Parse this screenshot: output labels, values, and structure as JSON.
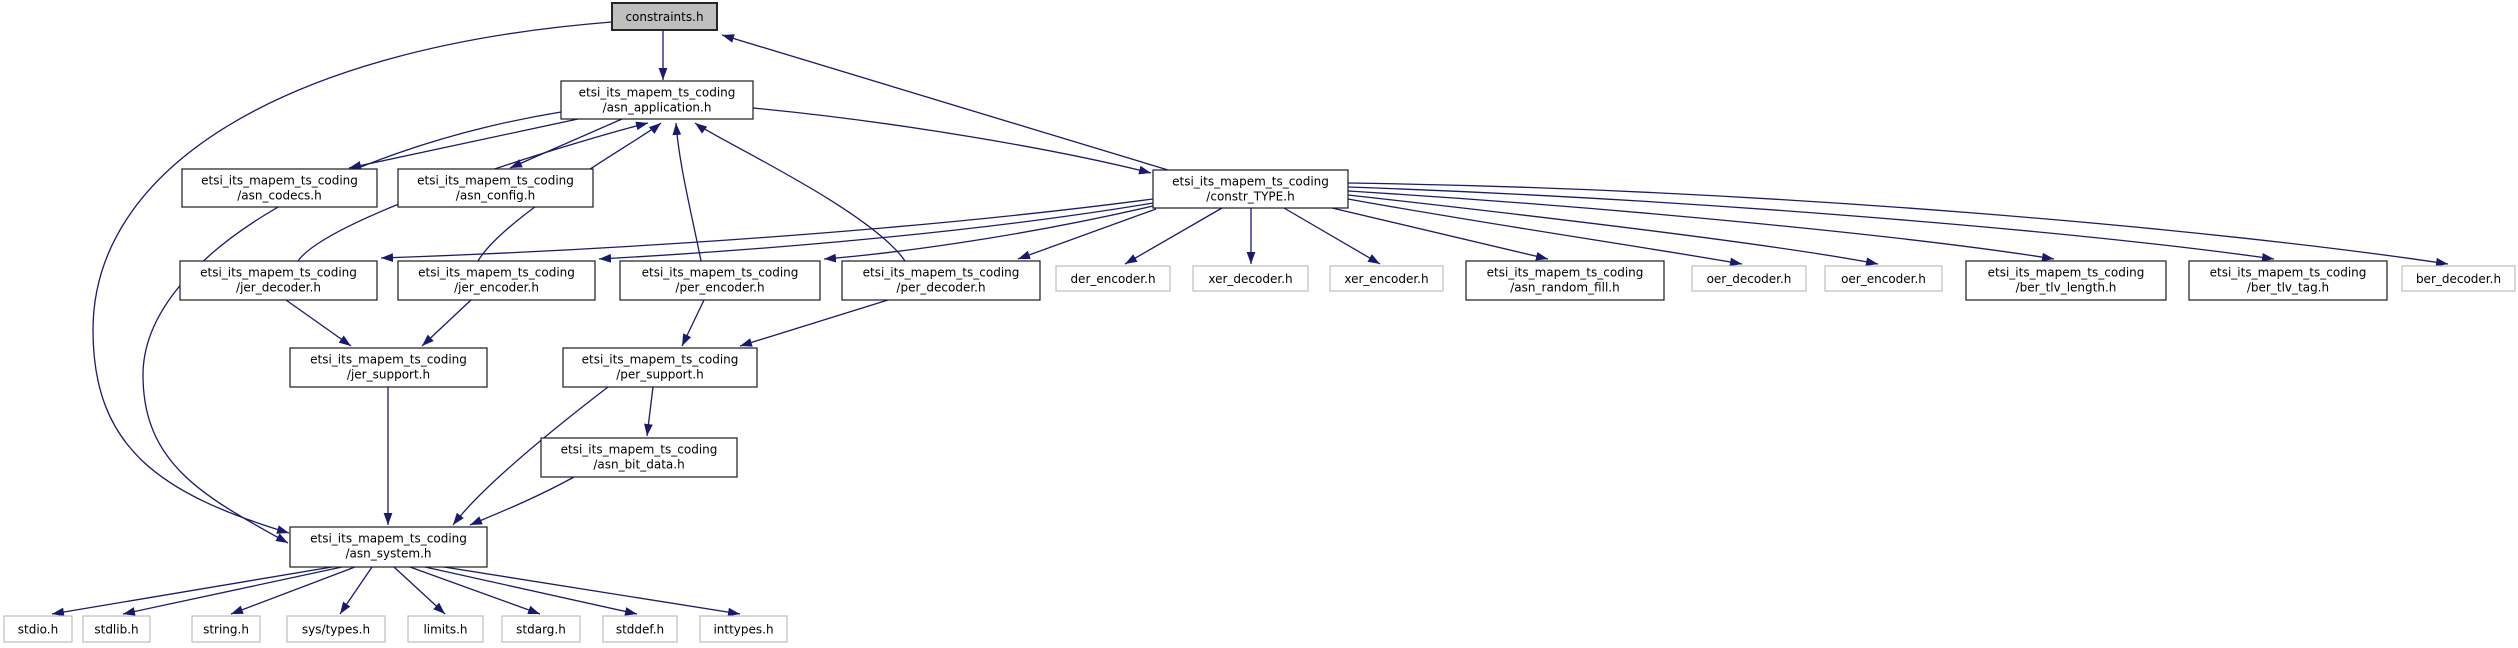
{
  "graph": {
    "background": "#ffffff",
    "edge_color": "#191970",
    "styles": {
      "current": {
        "fill": "#bfbfbf",
        "stroke": "#262626",
        "stroke_width": 2
      },
      "internal": {
        "fill": "#ffffff",
        "stroke": "#1a1a1a",
        "stroke_width": 1.2
      },
      "external": {
        "fill": "#ffffff",
        "stroke": "#bdbdbd",
        "stroke_width": 1.2
      }
    },
    "nodes": [
      {
        "id": "constraints",
        "label": [
          "constraints.h"
        ],
        "style": "current"
      },
      {
        "id": "asn_application",
        "label": [
          "etsi_its_mapem_ts_coding",
          "/asn_application.h"
        ],
        "style": "internal"
      },
      {
        "id": "asn_codecs",
        "label": [
          "etsi_its_mapem_ts_coding",
          "/asn_codecs.h"
        ],
        "style": "internal"
      },
      {
        "id": "asn_config",
        "label": [
          "etsi_its_mapem_ts_coding",
          "/asn_config.h"
        ],
        "style": "internal"
      },
      {
        "id": "constr_TYPE",
        "label": [
          "etsi_its_mapem_ts_coding",
          "/constr_TYPE.h"
        ],
        "style": "internal"
      },
      {
        "id": "jer_decoder",
        "label": [
          "etsi_its_mapem_ts_coding",
          "/jer_decoder.h"
        ],
        "style": "internal"
      },
      {
        "id": "jer_encoder",
        "label": [
          "etsi_its_mapem_ts_coding",
          "/jer_encoder.h"
        ],
        "style": "internal"
      },
      {
        "id": "per_encoder",
        "label": [
          "etsi_its_mapem_ts_coding",
          "/per_encoder.h"
        ],
        "style": "internal"
      },
      {
        "id": "per_decoder",
        "label": [
          "etsi_its_mapem_ts_coding",
          "/per_decoder.h"
        ],
        "style": "internal"
      },
      {
        "id": "der_encoder",
        "label": [
          "der_encoder.h"
        ],
        "style": "external"
      },
      {
        "id": "xer_decoder",
        "label": [
          "xer_decoder.h"
        ],
        "style": "external"
      },
      {
        "id": "xer_encoder",
        "label": [
          "xer_encoder.h"
        ],
        "style": "external"
      },
      {
        "id": "asn_random_fill",
        "label": [
          "etsi_its_mapem_ts_coding",
          "/asn_random_fill.h"
        ],
        "style": "internal"
      },
      {
        "id": "oer_decoder",
        "label": [
          "oer_decoder.h"
        ],
        "style": "external"
      },
      {
        "id": "oer_encoder",
        "label": [
          "oer_encoder.h"
        ],
        "style": "external"
      },
      {
        "id": "ber_tlv_length",
        "label": [
          "etsi_its_mapem_ts_coding",
          "/ber_tlv_length.h"
        ],
        "style": "internal"
      },
      {
        "id": "ber_tlv_tag",
        "label": [
          "etsi_its_mapem_ts_coding",
          "/ber_tlv_tag.h"
        ],
        "style": "internal"
      },
      {
        "id": "ber_decoder",
        "label": [
          "ber_decoder.h"
        ],
        "style": "external"
      },
      {
        "id": "jer_support",
        "label": [
          "etsi_its_mapem_ts_coding",
          "/jer_support.h"
        ],
        "style": "internal"
      },
      {
        "id": "per_support",
        "label": [
          "etsi_its_mapem_ts_coding",
          "/per_support.h"
        ],
        "style": "internal"
      },
      {
        "id": "asn_bit_data",
        "label": [
          "etsi_its_mapem_ts_coding",
          "/asn_bit_data.h"
        ],
        "style": "internal"
      },
      {
        "id": "asn_system",
        "label": [
          "etsi_its_mapem_ts_coding",
          "/asn_system.h"
        ],
        "style": "internal"
      },
      {
        "id": "stdio",
        "label": [
          "stdio.h"
        ],
        "style": "external"
      },
      {
        "id": "stdlib",
        "label": [
          "stdlib.h"
        ],
        "style": "external"
      },
      {
        "id": "string",
        "label": [
          "string.h"
        ],
        "style": "external"
      },
      {
        "id": "sys_types",
        "label": [
          "sys/types.h"
        ],
        "style": "external"
      },
      {
        "id": "limits",
        "label": [
          "limits.h"
        ],
        "style": "external"
      },
      {
        "id": "stdarg",
        "label": [
          "stdarg.h"
        ],
        "style": "external"
      },
      {
        "id": "stddef",
        "label": [
          "stddef.h"
        ],
        "style": "external"
      },
      {
        "id": "inttypes",
        "label": [
          "inttypes.h"
        ],
        "style": "external"
      }
    ],
    "edges": [
      {
        "from": "constraints",
        "to": "asn_application"
      },
      {
        "from": "constraints",
        "to": "asn_system"
      },
      {
        "from": "asn_application",
        "to": "asn_codecs"
      },
      {
        "from": "asn_application",
        "to": "asn_config"
      },
      {
        "from": "asn_application",
        "to": "constr_TYPE"
      },
      {
        "from": "asn_application",
        "to": "asn_system"
      },
      {
        "from": "constr_TYPE",
        "to": "constraints"
      },
      {
        "from": "jer_decoder",
        "to": "asn_application"
      },
      {
        "from": "jer_encoder",
        "to": "asn_application"
      },
      {
        "from": "per_encoder",
        "to": "asn_application"
      },
      {
        "from": "per_decoder",
        "to": "asn_application"
      },
      {
        "from": "constr_TYPE",
        "to": "jer_decoder"
      },
      {
        "from": "constr_TYPE",
        "to": "jer_encoder"
      },
      {
        "from": "constr_TYPE",
        "to": "per_encoder"
      },
      {
        "from": "constr_TYPE",
        "to": "per_decoder"
      },
      {
        "from": "constr_TYPE",
        "to": "der_encoder"
      },
      {
        "from": "constr_TYPE",
        "to": "xer_decoder"
      },
      {
        "from": "constr_TYPE",
        "to": "xer_encoder"
      },
      {
        "from": "constr_TYPE",
        "to": "asn_random_fill"
      },
      {
        "from": "constr_TYPE",
        "to": "oer_decoder"
      },
      {
        "from": "constr_TYPE",
        "to": "oer_encoder"
      },
      {
        "from": "constr_TYPE",
        "to": "ber_tlv_length"
      },
      {
        "from": "constr_TYPE",
        "to": "ber_tlv_tag"
      },
      {
        "from": "constr_TYPE",
        "to": "ber_decoder"
      },
      {
        "from": "jer_decoder",
        "to": "jer_support"
      },
      {
        "from": "jer_encoder",
        "to": "jer_support"
      },
      {
        "from": "per_encoder",
        "to": "per_support"
      },
      {
        "from": "per_decoder",
        "to": "per_support"
      },
      {
        "from": "jer_support",
        "to": "asn_system"
      },
      {
        "from": "per_support",
        "to": "asn_bit_data"
      },
      {
        "from": "per_support",
        "to": "asn_system"
      },
      {
        "from": "asn_bit_data",
        "to": "asn_system"
      },
      {
        "from": "asn_system",
        "to": "stdio"
      },
      {
        "from": "asn_system",
        "to": "stdlib"
      },
      {
        "from": "asn_system",
        "to": "string"
      },
      {
        "from": "asn_system",
        "to": "sys_types"
      },
      {
        "from": "asn_system",
        "to": "limits"
      },
      {
        "from": "asn_system",
        "to": "stdarg"
      },
      {
        "from": "asn_system",
        "to": "stddef"
      },
      {
        "from": "asn_system",
        "to": "inttypes"
      }
    ]
  }
}
